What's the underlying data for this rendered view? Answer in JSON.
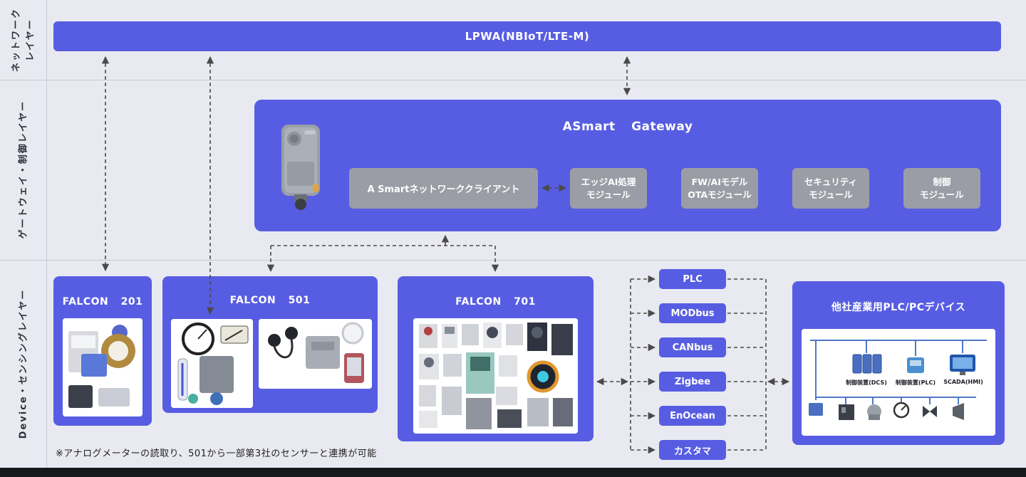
{
  "layers": {
    "network": {
      "line1": "ネットワーク",
      "line2": "レイヤー"
    },
    "gateway_label": "ゲートウェイ・制御レイヤー",
    "device_label": "Device・センシングレイヤー"
  },
  "network": {
    "lpwa_label": "LPWA(NBIoT/LTE-M)"
  },
  "gateway": {
    "title": "ASmart Gateway",
    "client_module": "A Smartネットワーククライアント",
    "modules": [
      {
        "line1": "エッジAI処理",
        "line2": "モジュール"
      },
      {
        "line1": "FW/AIモデル",
        "line2": "OTAモジュール"
      },
      {
        "line1": "セキュリティ",
        "line2": "モジュール"
      },
      {
        "line1": "制御",
        "line2": "モジュール"
      }
    ]
  },
  "devices": {
    "falcon201": {
      "title": "FALCON 201"
    },
    "falcon501": {
      "title": "FALCON 501"
    },
    "falcon701": {
      "title": "FALCON 701"
    },
    "other": {
      "title": "他社産業用PLC/PCデバイス",
      "labels": [
        "制御装置(DCS)",
        "制御装置(PLC)",
        "SCADA(HMI)"
      ]
    }
  },
  "protocols": [
    "PLC",
    "MODbus",
    "CANbus",
    "Zigbee",
    "EnOcean",
    "カスタマ"
  ],
  "note": "※アナログメーターの読取り、501から一部第3社のセンサーと連携が可能",
  "colors": {
    "accent": "#575de2",
    "module_gray": "#9b9da6",
    "background": "#e9eaf1",
    "arrow": "#4a4a4a"
  }
}
